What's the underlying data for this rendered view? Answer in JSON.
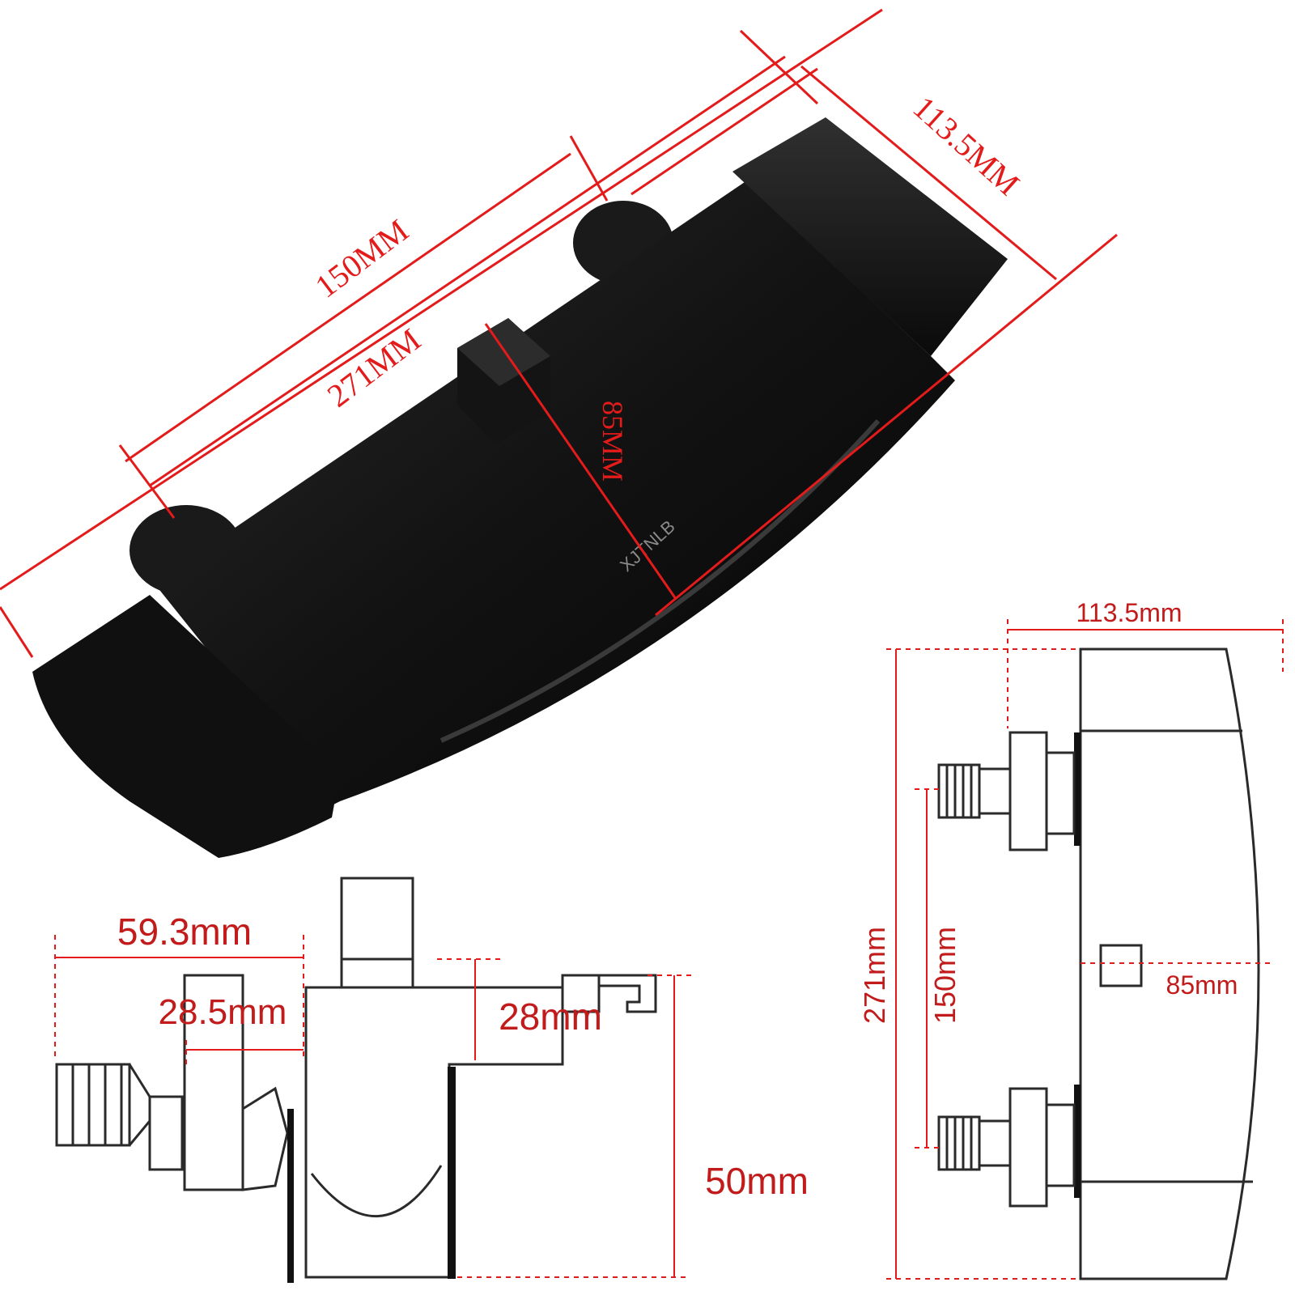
{
  "photo": {
    "brand": "XJTNLB",
    "dims": {
      "width_outer": "271MM",
      "width_inner": "150MM",
      "height": "85MM",
      "depth": "113.5MM"
    }
  },
  "side_view": {
    "total_depth": "59.3mm",
    "nut_depth": "28.5mm",
    "knob_height": "28mm",
    "body_height": "50mm"
  },
  "front_view": {
    "depth": "113.5mm",
    "total_width": "271mm",
    "inlet_spacing": "150mm",
    "height": "85mm"
  },
  "colors": {
    "dimension_line": "#e31b1b",
    "product": "#121212",
    "drawing_line": "#2a2a2a"
  }
}
